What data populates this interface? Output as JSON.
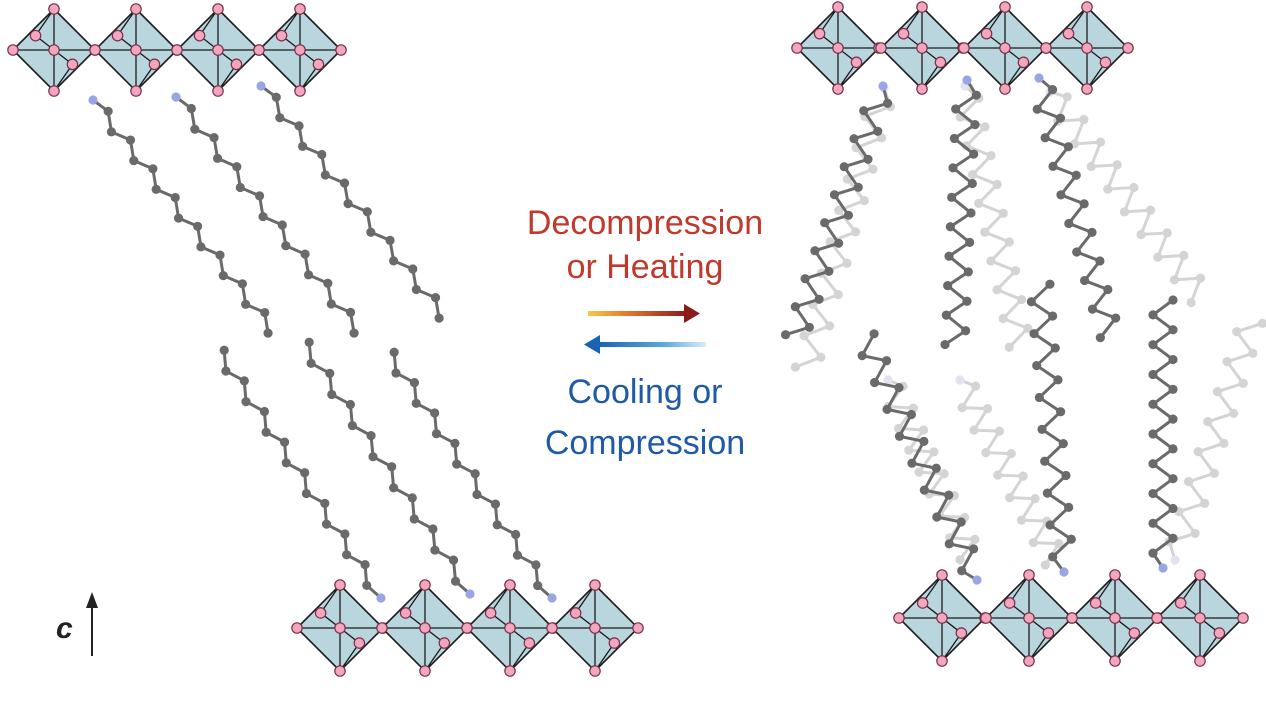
{
  "labels": {
    "forward_line1": "Decompression",
    "forward_line2": "or Heating",
    "reverse_line1": "Cooling or",
    "reverse_line2": "Compression",
    "axis": "c"
  },
  "colors": {
    "octahedron_fill": "#b9d5de",
    "octahedron_edge": "#1c1c1c",
    "halide_atom": "#f2a7bf",
    "nitrogen_atom": "#9aa5e4",
    "carbon_atom": "#6a6a6a",
    "faded_chain": "#d4d4d4",
    "forward_text": "#c0392b",
    "reverse_text": "#1f5aa8"
  },
  "icons": [
    "perovskite-layer",
    "alkyl-chain",
    "forward-arrow",
    "reverse-arrow",
    "c-axis-arrow"
  ]
}
